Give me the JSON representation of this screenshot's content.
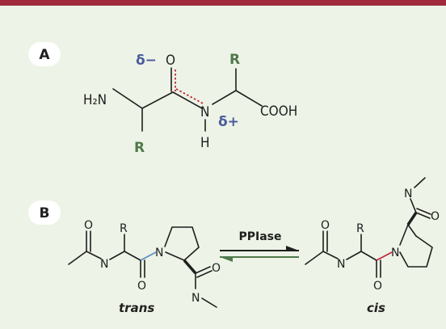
{
  "panel_a": {
    "label": "A",
    "atoms": {
      "h2n": "H₂N",
      "o": "O",
      "n": "N",
      "h": "H",
      "cooh": "COOH",
      "r_top": "R",
      "r_bottom": "R"
    },
    "delta_minus": "δ−",
    "delta_plus": "δ+"
  },
  "panel_b": {
    "label": "B",
    "enzyme": "PPIase",
    "trans": {
      "caption": "trans",
      "o_top": "O",
      "r": "R",
      "n_amide": "N",
      "n_ring": "N",
      "o_bottom": "O",
      "o_side": "O",
      "n_side": "N"
    },
    "cis": {
      "caption": "cis",
      "o_top": "O",
      "r": "R",
      "n_amide": "N",
      "n_ring": "N",
      "o_bottom": "O",
      "o_side": "O",
      "n_side": "N"
    }
  },
  "colors": {
    "accent_bar": "#a02a3b",
    "background": "#edf3e6",
    "r_group": "#4f7a4a",
    "delta": "#4a5c9c",
    "partial_double_bond": "#c0283a",
    "trans_bond": "#5b8fc8",
    "cis_bond": "#c0283a",
    "arrow": "#4f7a4a"
  }
}
